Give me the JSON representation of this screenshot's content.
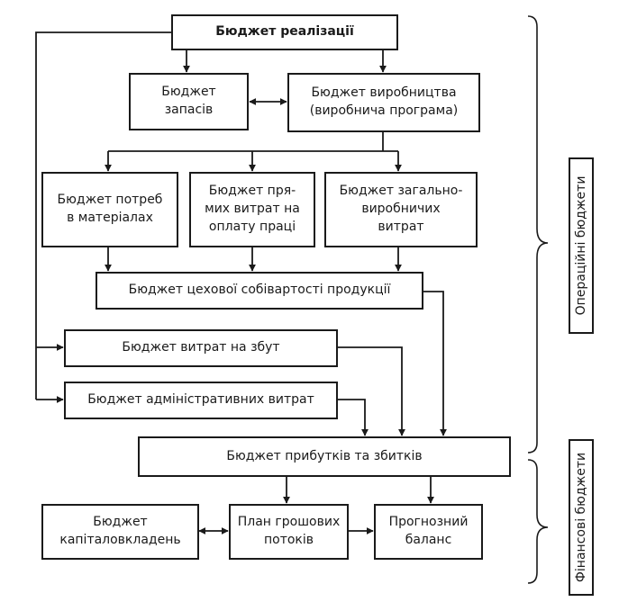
{
  "boxes": {
    "sales": "Бюджет реалізації",
    "inventory": "Бюджет\nзапасів",
    "production": "Бюджет виробництва\n(виробнича програма)",
    "materials": "Бюджет потреб\nв матеріалах",
    "direct_labor": "Бюджет пря-\nмих витрат на\nоплату праці",
    "overhead": "Бюджет загально-\nвиробничих\nвитрат",
    "shop_cost": "Бюджет цехової собівартості продукції",
    "selling": "Бюджет витрат на збут",
    "admin": "Бюджет адміністративних витрат",
    "profit_loss": "Бюджет прибутків та збитків",
    "capex": "Бюджет\nкапіталовкладень",
    "cash_flow": "План грошових\nпотоків",
    "balance": "Прогнозний\nбаланс"
  },
  "groups": {
    "operational": "Операційні бюджети",
    "financial": "Фінансові бюджети"
  }
}
